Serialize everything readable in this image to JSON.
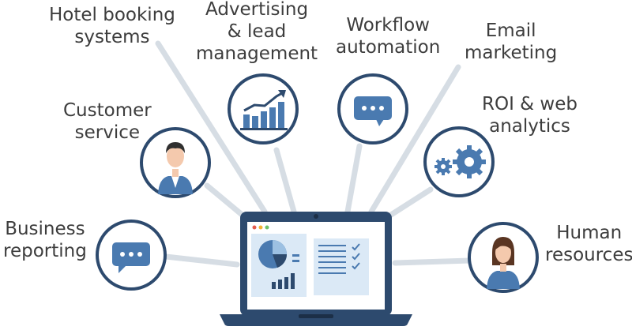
{
  "labels": {
    "hotel_booking": [
      "Hotel booking",
      "systems"
    ],
    "advertising": [
      "Advertising",
      "& lead",
      "management"
    ],
    "workflow": [
      "Workflow",
      "automation"
    ],
    "email": [
      "Email",
      "marketing"
    ],
    "customer_service": [
      "Customer",
      "service"
    ],
    "roi": [
      "ROI & web",
      "analytics"
    ],
    "business_reporting": [
      "Business",
      "reporting"
    ],
    "human_resources": [
      "Human",
      "resources"
    ]
  },
  "colors": {
    "navy": "#2d4a6e",
    "blue": "#4a7ab0",
    "light_blue": "#dbe9f6",
    "spoke": "#d6dde4",
    "skin": "#f4c9ad",
    "hair_dark": "#2f2f2f",
    "hair_brown": "#5a3522",
    "text": "#3d3d3d"
  },
  "icons": {
    "hotel_booking": "hotel-icon",
    "advertising": "growth-chart-icon",
    "workflow": "chat-bubble-icon",
    "roi": "gears-icon",
    "customer_service": "male-agent-icon",
    "business_reporting": "chat-bubble-icon",
    "human_resources": "female-employee-icon",
    "laptop": "laptop-icon"
  }
}
